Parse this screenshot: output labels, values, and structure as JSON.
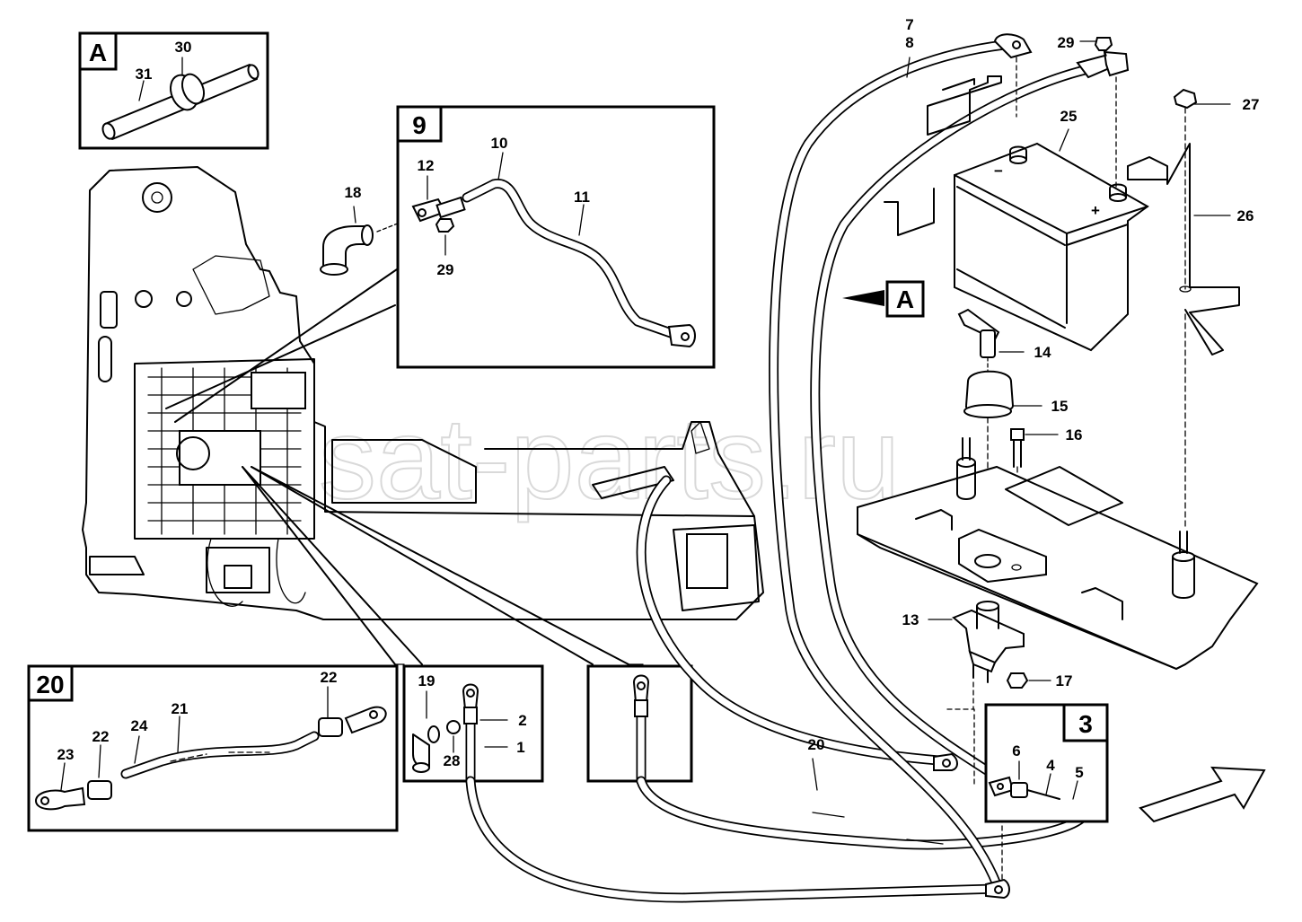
{
  "watermark": "sat-parts.ru",
  "callouts": {
    "c1": "1",
    "c2": "2",
    "c3": "3",
    "c4": "4",
    "c5": "5",
    "c6": "6",
    "c7": "7",
    "c8": "8",
    "c10": "10",
    "c11": "11",
    "c12": "12",
    "c13": "13",
    "c14": "14",
    "c15": "15",
    "c16": "16",
    "c17": "17",
    "c18": "18",
    "c19": "19",
    "c20": "20",
    "c21": "21",
    "c22a": "22",
    "c22b": "22",
    "c23": "23",
    "c24": "24",
    "c25": "25",
    "c26": "26",
    "c27": "27",
    "c28": "28",
    "c29a": "29",
    "c29b": "29",
    "c30": "30",
    "c31": "31"
  },
  "detail_tags": {
    "a_box": "A",
    "a_arrow": "A",
    "box9": "9",
    "box20": "20",
    "box3": "3"
  },
  "battery_marks": {
    "negative": "−",
    "positive": "+"
  }
}
